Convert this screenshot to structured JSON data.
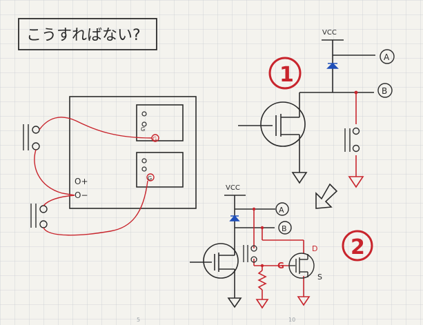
{
  "title": "こうすればない?",
  "marker_1": "1",
  "marker_2": "2",
  "vcc_label_1": "VCC",
  "vcc_label_2": "VCC",
  "node_a_1": "A",
  "node_b_1": "B",
  "node_a_2": "A",
  "node_b_2": "B",
  "pin_g1": "G",
  "pin_g2": "G",
  "pin_g3": "G",
  "pin_d": "D",
  "pin_g_fet": "G",
  "pin_s": "S",
  "terminal_plus": "O+",
  "terminal_minus": "O−",
  "grid_num_5": "5",
  "grid_num_10": "10",
  "colors": {
    "ink": "#2a2a2a",
    "red": "#c8242c",
    "grid": "#c9cdd2",
    "paper": "#f4f3ee",
    "diode": "#1f4fb8"
  }
}
